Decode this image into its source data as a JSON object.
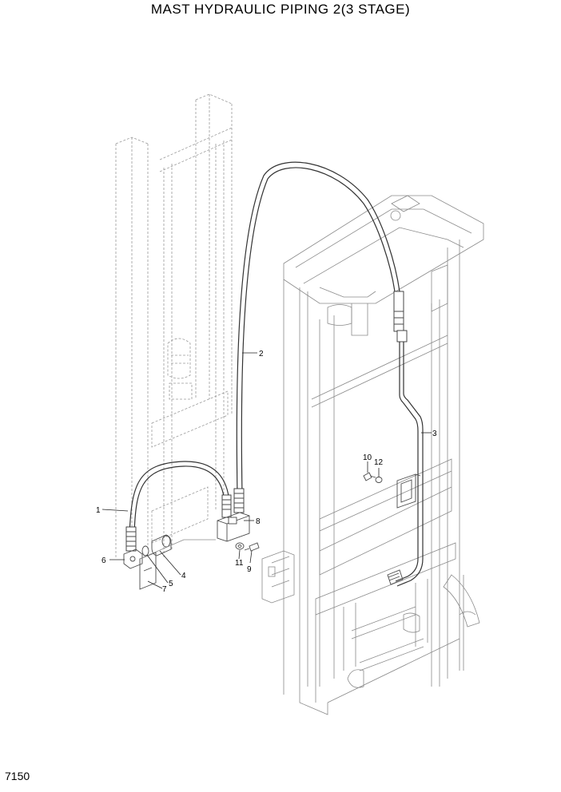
{
  "title": "MAST HYDRAULIC PIPING 2(3 STAGE)",
  "page_number": "7150",
  "callouts": {
    "c1": "1",
    "c2": "2",
    "c3": "3",
    "c4": "4",
    "c5": "5",
    "c6": "6",
    "c7": "7",
    "c8": "8",
    "c9": "9",
    "c10": "10",
    "c11": "11",
    "c12": "12"
  }
}
